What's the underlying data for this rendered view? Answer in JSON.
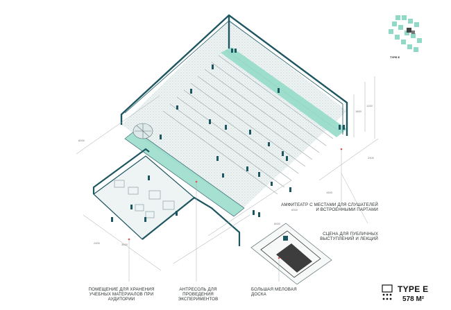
{
  "key_label": "TYPE E",
  "type": {
    "title": "TYPE E",
    "area": "578 M²"
  },
  "colors": {
    "accent": "#7fd4c1",
    "line": "#1d5560",
    "text": "#2a2f30"
  },
  "labels": {
    "amphitheater": "АМФИТЕАТР С МЕСТАМИ ДЛЯ СЛУШАТЕЛЕЙ И ВСТРОЕННЫМИ ПАРТАМИ",
    "stage": "СЦЕНА ДЛЯ ПУБЛИЧНЫХ ВЫСТУПЛЕНИЙ И ЛЕКЦИЙ",
    "storage": "ПОМЕЩЕНИЕ ДЛЯ ХРАНЕНИЯ УЧЕБНЫХ МАТЕРИАЛОВ ПРИ АУДИТОРИИ",
    "mezzanine": "АНТРЕСОЛЬ ДЛЯ ПРОВЕДЕНИЯ ЭКСПЕРИМЕНТОВ",
    "board": "БОЛЬШАЯ МЕЛОВАЯ ДОСКА"
  },
  "dimensions": [
    "1800",
    "1200",
    "6000",
    "2400",
    "3600",
    "8000",
    "1500",
    "2400",
    "6000"
  ]
}
